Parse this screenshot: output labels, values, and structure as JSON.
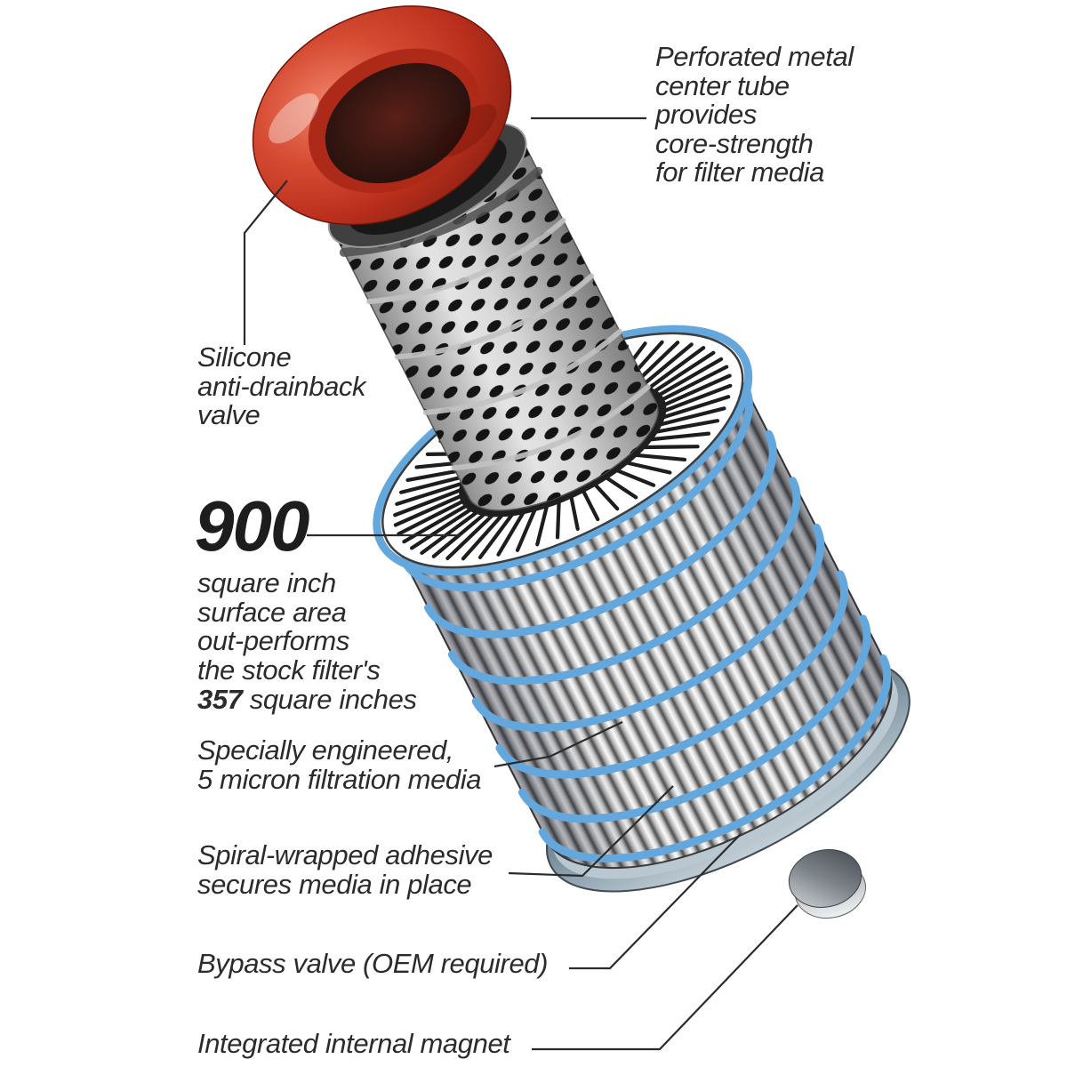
{
  "colors": {
    "valve_red": "#c5371f",
    "valve_red_dark": "#ad2a18",
    "wrap_blue": "#63a7dc",
    "line": "#2b2b2b",
    "text": "#2b2b2b",
    "end_cap_slate": "#6e7f8b"
  },
  "callouts": {
    "center_tube": {
      "text": "Perforated metal\ncenter tube\nprovides\ncore-strength\nfor filter media"
    },
    "silicone_valve": {
      "text": "Silicone\nanti-drainback\nvalve"
    },
    "surface_area": {
      "value": "900",
      "description": "square inch\nsurface area\nout-performs\nthe stock filter's",
      "stock_value": "357",
      "stock_unit": " square inches"
    },
    "filtration_media": {
      "text": "Specially engineered,\n5 micron filtration media"
    },
    "adhesive": {
      "text": "Spiral-wrapped adhesive\nsecures media in place"
    },
    "bypass_valve": {
      "text": "Bypass valve (OEM required)"
    },
    "magnet": {
      "text": "Integrated internal magnet"
    }
  }
}
